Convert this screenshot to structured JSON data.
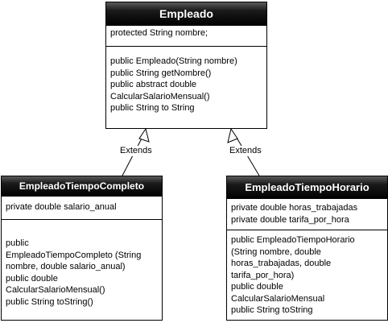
{
  "classes": {
    "empleado": {
      "name": "Empleado",
      "attributes": [
        "protected String nombre;"
      ],
      "operations": [
        "public Empleado(String nombre)",
        "public String getNombre()",
        "public abstract double",
        "CalcularSalarioMensual()",
        "public String to String"
      ]
    },
    "completo": {
      "name": "EmpleadoTiempoCompleto",
      "attributes": [
        "private double salario_anual"
      ],
      "operations": [
        "public",
        "EmpleadoTiempoCompleto (String",
        "nombre, double salario_anual)",
        "public double",
        "CalcularSalarioMensual()",
        "public String toString()"
      ]
    },
    "horario": {
      "name": "EmpleadoTiempoHorario",
      "attributes": [
        "private double horas_trabajadas",
        "private double tarifa_por_hora"
      ],
      "operations": [
        "public EmpleadoTiempoHorario",
        "(String nombre, double",
        "horas_trabajadas, double",
        "tarifa_por_hora)",
        "public double",
        "CalcularSalarioMensual",
        "public String toString"
      ]
    }
  },
  "relations": [
    {
      "from": "completo",
      "to": "empleado",
      "label": "Extends"
    },
    {
      "from": "horario",
      "to": "empleado",
      "label": "Extends"
    }
  ]
}
